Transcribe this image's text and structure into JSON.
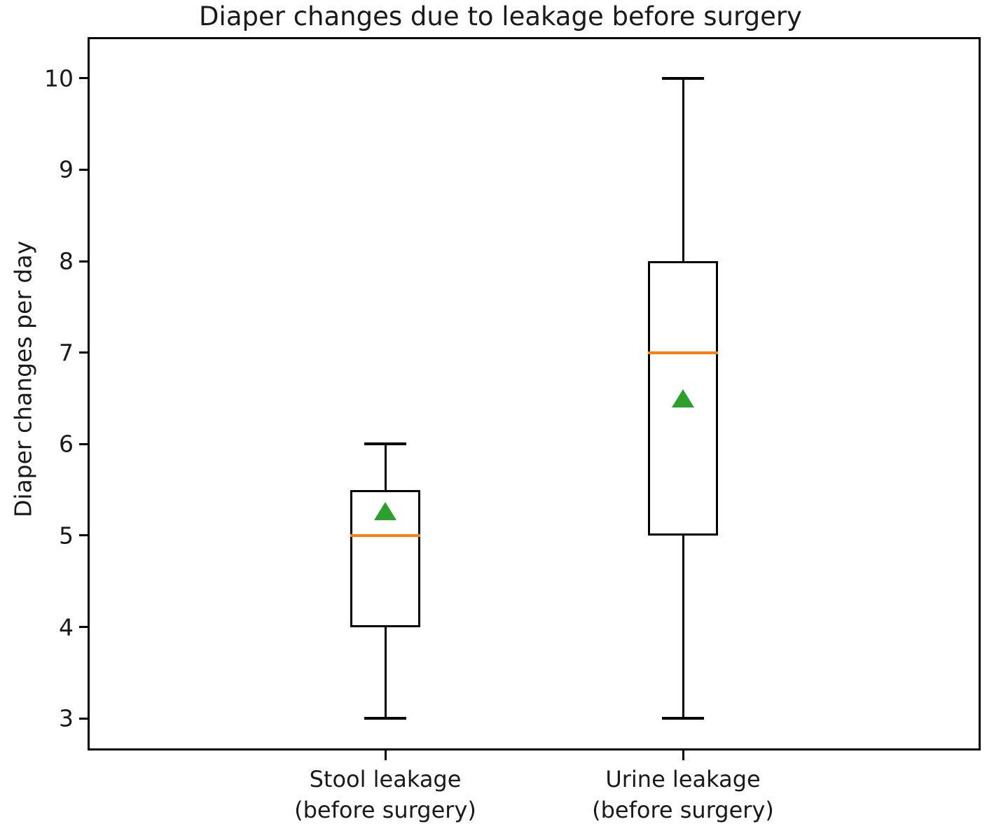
{
  "chart_data": {
    "type": "box",
    "title": "Diaper changes due to leakage before surgery",
    "xlabel": "",
    "ylabel": "Diaper changes per day",
    "ylim": [
      2.65,
      10.45
    ],
    "yticks": [
      3,
      4,
      5,
      6,
      7,
      8,
      9,
      10
    ],
    "ytick_labels": [
      "3",
      "4",
      "5",
      "6",
      "7",
      "8",
      "9",
      "10"
    ],
    "grid": false,
    "legend": null,
    "categories": [
      "Stool leakage\n(before surgery)",
      "Urine leakage\n(before surgery)"
    ],
    "boxes": [
      {
        "label": "Stool leakage\n(before surgery)",
        "label_line1": "Stool leakage",
        "label_line2": "(before surgery)",
        "whisker_low": 3,
        "q1": 4,
        "median": 5,
        "q3": 5.5,
        "whisker_high": 6,
        "mean": 5.27
      },
      {
        "label": "Urine leakage\n(before surgery)",
        "label_line1": "Urine leakage",
        "label_line2": "(before surgery)",
        "whisker_low": 3,
        "q1": 5,
        "median": 7,
        "q3": 8,
        "whisker_high": 10,
        "mean": 6.5
      }
    ],
    "colors": {
      "box_edge": "#000000",
      "median": "#ff7f0e",
      "mean_marker": "#2ca02c",
      "whisker": "#000000",
      "background": "#ffffff",
      "text": "#1a1a1a"
    },
    "markers": {
      "mean": "triangle-up"
    }
  }
}
